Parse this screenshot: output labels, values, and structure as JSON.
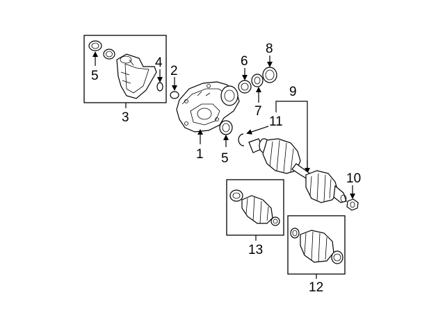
{
  "diagram": {
    "callouts": {
      "c1": "1",
      "c2": "2",
      "c3": "3",
      "c4": "4",
      "c5a": "5",
      "c5b": "5",
      "c6": "6",
      "c7": "7",
      "c8": "8",
      "c9": "9",
      "c10": "10",
      "c11": "11",
      "c12": "12",
      "c13": "13"
    }
  }
}
